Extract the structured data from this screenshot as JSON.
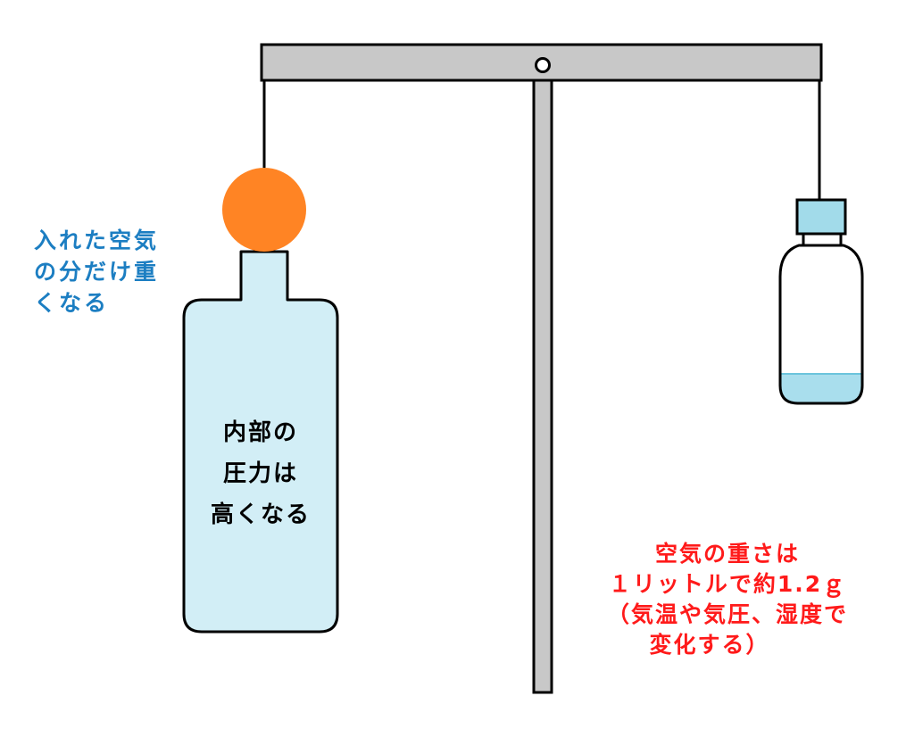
{
  "colors": {
    "bar_fill": "#c8c8c8",
    "outline": "#000000",
    "balloon": "#ff8424",
    "bottle_fill": "#d2eef6",
    "cap_fill": "#a2dbea",
    "water_fill": "#a9deed",
    "blue_text": "#1c7ec2",
    "red_text": "#ff1a1a",
    "black_text": "#000000"
  },
  "labels": {
    "left_note": [
      "入れた空気",
      "の分だけ重",
      "くなる"
    ],
    "bottle_text": [
      "内部の",
      "圧力は",
      "高くなる"
    ],
    "right_note": [
      "空気の重さは",
      "１リットルで約1.2ｇ",
      "（気温や気圧、湿度で",
      "変化する）"
    ]
  },
  "icons": {
    "pivot": "pivot-ring-icon"
  }
}
